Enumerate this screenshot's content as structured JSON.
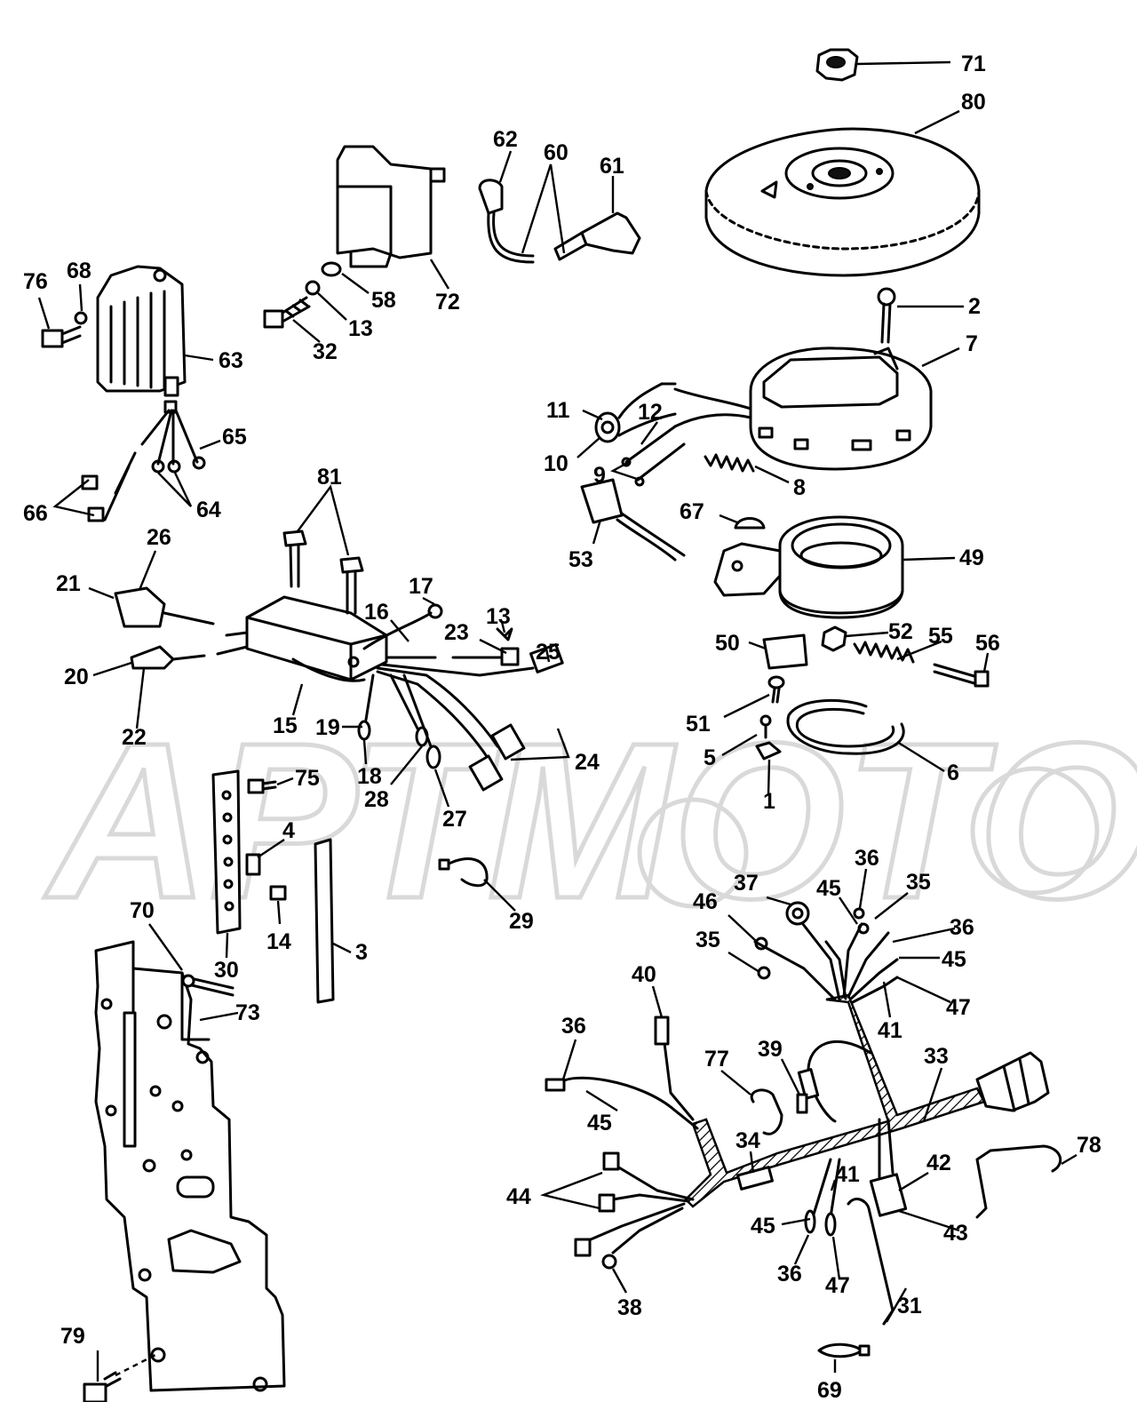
{
  "watermark": {
    "text": "АРТМОТО"
  },
  "callouts": [
    {
      "id": "c71",
      "label": "71"
    },
    {
      "id": "c80",
      "label": "80"
    },
    {
      "id": "c62",
      "label": "62"
    },
    {
      "id": "c60",
      "label": "60"
    },
    {
      "id": "c61",
      "label": "61"
    },
    {
      "id": "c76",
      "label": "76"
    },
    {
      "id": "c68",
      "label": "68"
    },
    {
      "id": "c58",
      "label": "58"
    },
    {
      "id": "c72",
      "label": "72"
    },
    {
      "id": "c13a",
      "label": "13"
    },
    {
      "id": "c32",
      "label": "32"
    },
    {
      "id": "c63",
      "label": "63"
    },
    {
      "id": "c2",
      "label": "2"
    },
    {
      "id": "c7",
      "label": "7"
    },
    {
      "id": "c65",
      "label": "65"
    },
    {
      "id": "c11",
      "label": "11"
    },
    {
      "id": "c12",
      "label": "12"
    },
    {
      "id": "c10",
      "label": "10"
    },
    {
      "id": "c9",
      "label": "9"
    },
    {
      "id": "c8",
      "label": "8"
    },
    {
      "id": "c66",
      "label": "66"
    },
    {
      "id": "c64",
      "label": "64"
    },
    {
      "id": "c67",
      "label": "67"
    },
    {
      "id": "c53",
      "label": "53"
    },
    {
      "id": "c49",
      "label": "49"
    },
    {
      "id": "c81",
      "label": "81"
    },
    {
      "id": "c26",
      "label": "26"
    },
    {
      "id": "c21",
      "label": "21"
    },
    {
      "id": "c17",
      "label": "17"
    },
    {
      "id": "c16",
      "label": "16"
    },
    {
      "id": "c13b",
      "label": "13"
    },
    {
      "id": "c23",
      "label": "23"
    },
    {
      "id": "c25",
      "label": "25"
    },
    {
      "id": "c50",
      "label": "50"
    },
    {
      "id": "c52",
      "label": "52"
    },
    {
      "id": "c55",
      "label": "55"
    },
    {
      "id": "c56",
      "label": "56"
    },
    {
      "id": "c20",
      "label": "20"
    },
    {
      "id": "c22",
      "label": "22"
    },
    {
      "id": "c15",
      "label": "15"
    },
    {
      "id": "c19",
      "label": "19"
    },
    {
      "id": "c51",
      "label": "51"
    },
    {
      "id": "c5",
      "label": "5"
    },
    {
      "id": "c24",
      "label": "24"
    },
    {
      "id": "c18",
      "label": "18"
    },
    {
      "id": "c28",
      "label": "28"
    },
    {
      "id": "c6",
      "label": "6"
    },
    {
      "id": "c75",
      "label": "75"
    },
    {
      "id": "c1",
      "label": "1"
    },
    {
      "id": "c27",
      "label": "27"
    },
    {
      "id": "c4",
      "label": "4"
    },
    {
      "id": "c36a",
      "label": "36"
    },
    {
      "id": "c37",
      "label": "37"
    },
    {
      "id": "c45a",
      "label": "45"
    },
    {
      "id": "c35a",
      "label": "35"
    },
    {
      "id": "c29",
      "label": "29"
    },
    {
      "id": "c46",
      "label": "46"
    },
    {
      "id": "c36b",
      "label": "36"
    },
    {
      "id": "c70",
      "label": "70"
    },
    {
      "id": "c35b",
      "label": "35"
    },
    {
      "id": "c45b",
      "label": "45"
    },
    {
      "id": "c14",
      "label": "14"
    },
    {
      "id": "c3",
      "label": "3"
    },
    {
      "id": "c30",
      "label": "30"
    },
    {
      "id": "c40",
      "label": "40"
    },
    {
      "id": "c47a",
      "label": "47"
    },
    {
      "id": "c73",
      "label": "73"
    },
    {
      "id": "c41a",
      "label": "41"
    },
    {
      "id": "c36c",
      "label": "36"
    },
    {
      "id": "c77",
      "label": "77"
    },
    {
      "id": "c39",
      "label": "39"
    },
    {
      "id": "c33",
      "label": "33"
    },
    {
      "id": "c45c",
      "label": "45"
    },
    {
      "id": "c34",
      "label": "34"
    },
    {
      "id": "c78",
      "label": "78"
    },
    {
      "id": "c42",
      "label": "42"
    },
    {
      "id": "c44",
      "label": "44"
    },
    {
      "id": "c41b",
      "label": "41"
    },
    {
      "id": "c45d",
      "label": "45"
    },
    {
      "id": "c43",
      "label": "43"
    },
    {
      "id": "c47b",
      "label": "47"
    },
    {
      "id": "c36d",
      "label": "36"
    },
    {
      "id": "c38",
      "label": "38"
    },
    {
      "id": "c31",
      "label": "31"
    },
    {
      "id": "c79",
      "label": "79"
    },
    {
      "id": "c69",
      "label": "69"
    }
  ]
}
